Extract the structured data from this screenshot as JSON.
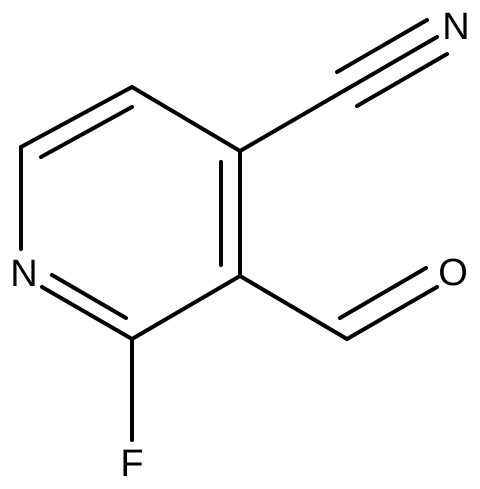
{
  "atoms": {
    "nitrile_n": "N",
    "ring_n": "N",
    "fluorine": "F",
    "aldehyde_o": "O"
  },
  "colors": {
    "bond": "#000000",
    "label": "#000000",
    "background": "#ffffff"
  }
}
